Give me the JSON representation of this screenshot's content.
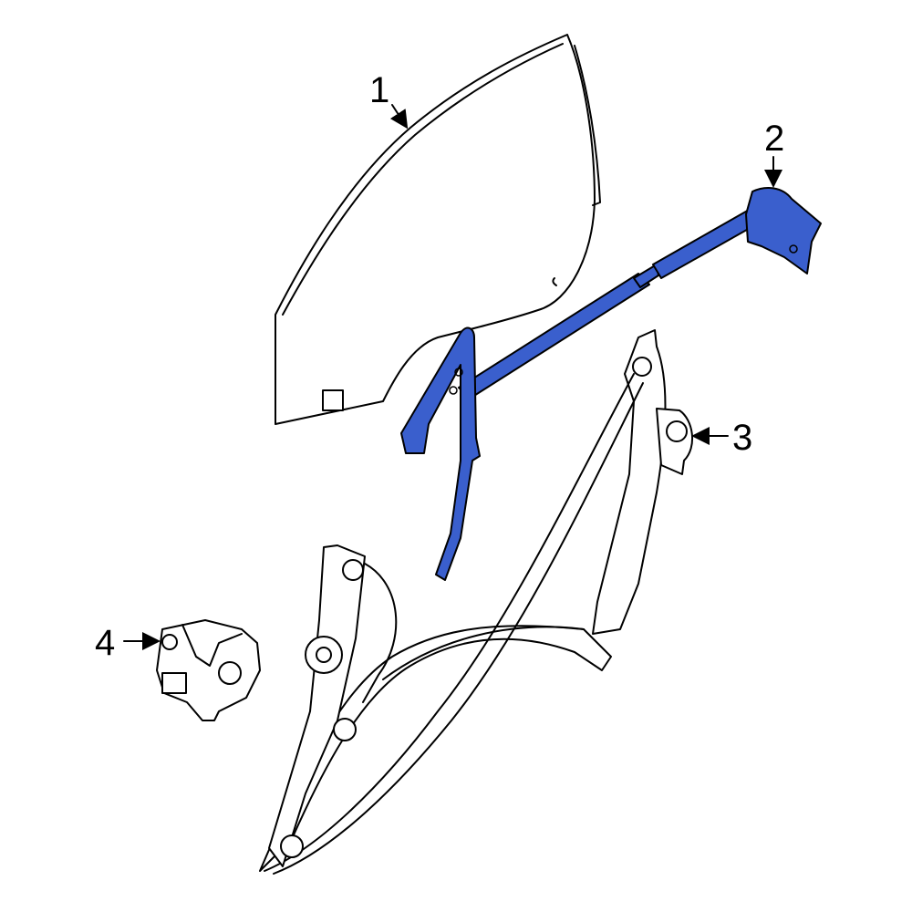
{
  "diagram": {
    "highlight_color": "#3a5fcd",
    "callouts": [
      {
        "label": "1",
        "part": "door-glass"
      },
      {
        "label": "2",
        "part": "window-lift-arm-assembly"
      },
      {
        "label": "3",
        "part": "window-regulator"
      },
      {
        "label": "4",
        "part": "window-motor"
      }
    ]
  }
}
